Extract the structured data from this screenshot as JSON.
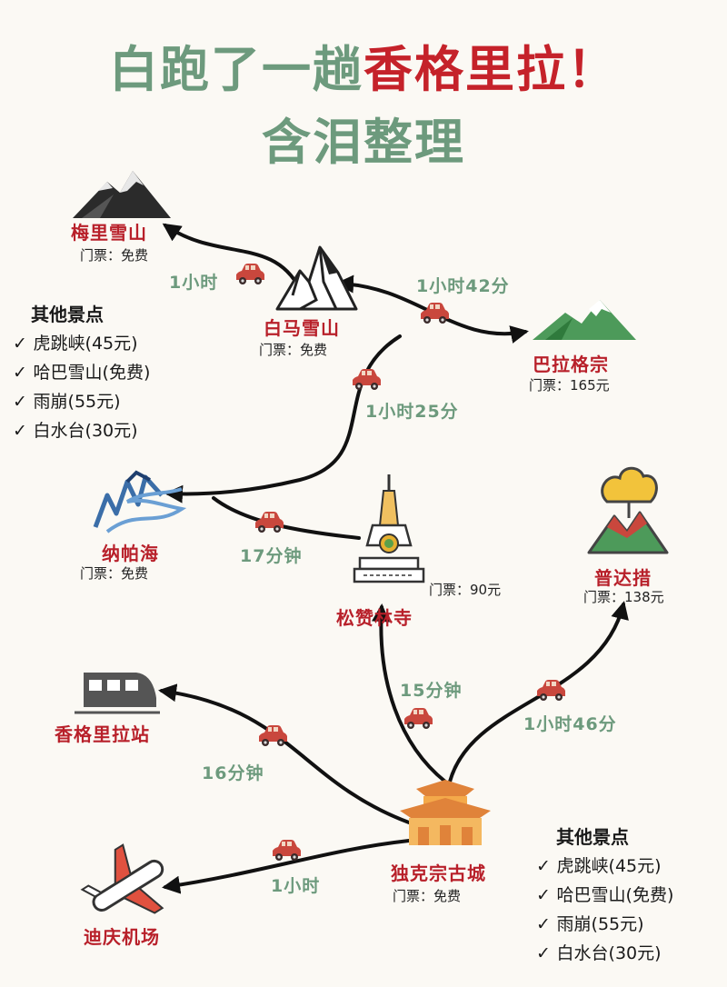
{
  "title": {
    "line1_a": "白跑了一趟",
    "line1_b": "香格里拉！",
    "line2": "含泪整理"
  },
  "colors": {
    "title_green": "#6d9a7d",
    "name_red": "#b8202a",
    "car": "#c9473d",
    "route": "#111111"
  },
  "spots": [
    {
      "name": "梅里雪山",
      "ticket": "门票：免费",
      "icon": "snow-mountain-icon"
    },
    {
      "name": "白马雪山",
      "ticket": "门票：免费",
      "icon": "rocky-mountain-icon"
    },
    {
      "name": "巴拉格宗",
      "ticket": "门票：165元",
      "icon": "green-mountain-icon"
    },
    {
      "name": "纳帕海",
      "ticket": "门票：免费",
      "icon": "lake-icon"
    },
    {
      "name": "松赞林寺",
      "ticket": "门票：90元",
      "icon": "stupa-icon"
    },
    {
      "name": "普达措",
      "ticket": "门票：138元",
      "icon": "forest-mountain-icon"
    },
    {
      "name": "香格里拉站",
      "ticket": "",
      "icon": "train-icon"
    },
    {
      "name": "独克宗古城",
      "ticket": "门票：免费",
      "icon": "ancient-gate-icon"
    },
    {
      "name": "迪庆机场",
      "ticket": "",
      "icon": "airplane-icon"
    }
  ],
  "durations": [
    "1小时",
    "1小时42分",
    "1小时25分",
    "17分钟",
    "15分钟",
    "1小时46分",
    "16分钟",
    "1小时"
  ],
  "others_left": {
    "heading": "其他景点",
    "items": [
      "虎跳峡(45元)",
      "哈巴雪山(免费)",
      "雨崩(55元)",
      "白水台(30元)"
    ]
  },
  "others_right": {
    "heading": "其他景点",
    "items": [
      "虎跳峡(45元)",
      "哈巴雪山(免费)",
      "雨崩(55元)",
      "白水台(30元)"
    ]
  }
}
